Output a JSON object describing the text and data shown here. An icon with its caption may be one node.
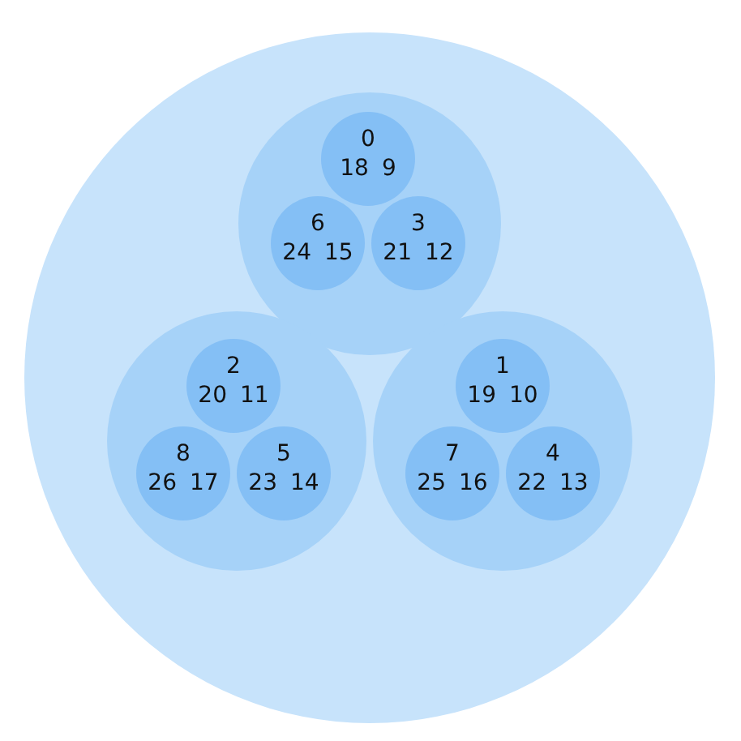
{
  "diagram": {
    "nodes": [
      {
        "text": [],
        "shape": "circle"
      },
      {
        "text": [],
        "shape": "circle",
        "in": 0
      },
      {
        "text": [
          "0",
          "18",
          "9"
        ],
        "in": 1
      },
      {
        "text": [
          "6",
          "24",
          "15"
        ],
        "in": 1
      },
      {
        "text": [
          "3",
          "21",
          "12"
        ],
        "in": 1
      },
      {
        "text": [],
        "shape": "circle",
        "in": 0
      },
      {
        "text": [
          "2",
          "20",
          "11"
        ],
        "in": 5
      },
      {
        "text": [
          "8",
          "26",
          "17"
        ],
        "in": 5
      },
      {
        "text": [
          "5",
          "23",
          "14"
        ],
        "in": 5
      },
      {
        "text": [],
        "shape": "circle",
        "in": 0
      },
      {
        "text": [
          "1",
          "19",
          "10"
        ],
        "in": 9
      },
      {
        "text": [
          "7",
          "25",
          "16"
        ],
        "in": 9
      },
      {
        "text": [
          "4",
          "22",
          "13"
        ],
        "in": 9
      }
    ]
  }
}
